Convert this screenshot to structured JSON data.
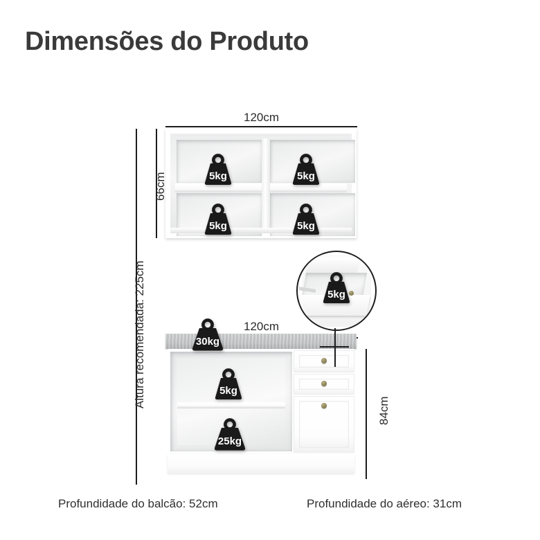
{
  "title": "Dimensões do Produto",
  "upper_cabinet": {
    "width_label": "120cm",
    "height_label": "66cm",
    "weights": [
      "5kg",
      "5kg",
      "5kg",
      "5kg"
    ]
  },
  "lower_counter": {
    "width_label": "120cm",
    "height_label": "84cm",
    "countertop_weight": "30kg",
    "upper_shelf_weight": "5kg",
    "lower_shelf_weight": "25kg"
  },
  "drawer_callout": {
    "weight": "5kg"
  },
  "overall": {
    "recommended_height_label": "Altura recomendada: 225cm"
  },
  "footer": {
    "counter_depth": "Profundidade do balcão: 52cm",
    "wall_unit_depth": "Profundidade do aéreo: 31cm"
  },
  "colors": {
    "background": "#ffffff",
    "text": "#333333",
    "line": "#1c1c1c",
    "badge": "#1a1a1a",
    "countertop": "#bdbfc0",
    "knob": "#8e8558"
  }
}
